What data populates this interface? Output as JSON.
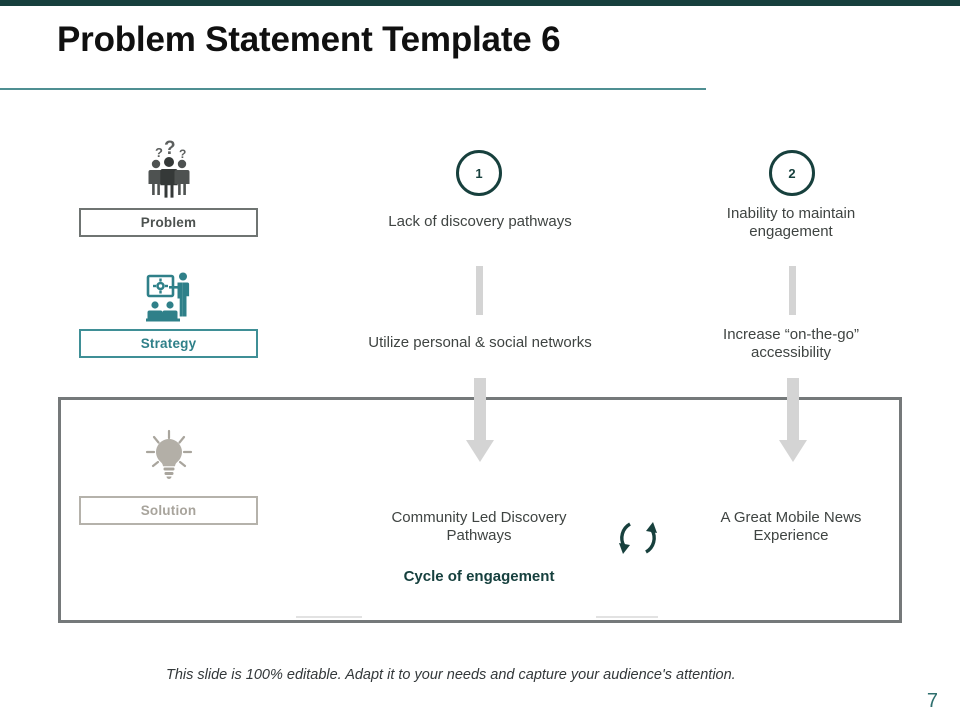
{
  "slide": {
    "title": "Problem Statement Template 6",
    "page_number": "7",
    "footer_note": "This slide is 100% editable. Adapt it to your needs and capture your audience's attention.",
    "accent_color": "#17403d",
    "rule_color": "#4f8f92"
  },
  "rows": {
    "problem": {
      "label": "Problem",
      "icon": "people-question-icon",
      "border_color": "#6f7472",
      "text_color": "#4d5250"
    },
    "strategy": {
      "label": "Strategy",
      "icon": "presentation-training-icon",
      "border_color": "#3f8f96",
      "text_color": "#2f8089"
    },
    "solution": {
      "label": "Solution",
      "icon": "lightbulb-icon",
      "border_color": "#b5b2ab",
      "text_color": "#a8a49c"
    }
  },
  "columns": [
    {
      "number": "1",
      "problem_text": "Lack of discovery pathways",
      "strategy_text": "Utilize personal & social networks",
      "solution_text": "Community Led Discovery Pathways"
    },
    {
      "number": "2",
      "problem_text": "Inability to maintain engagement",
      "strategy_text": "Increase “on-the-go” accessibility",
      "solution_text": "A Great Mobile News Experience"
    }
  ],
  "solution_area": {
    "cycle_label": "Cycle of engagement",
    "cycle_icon": "cycle-refresh-icon"
  }
}
